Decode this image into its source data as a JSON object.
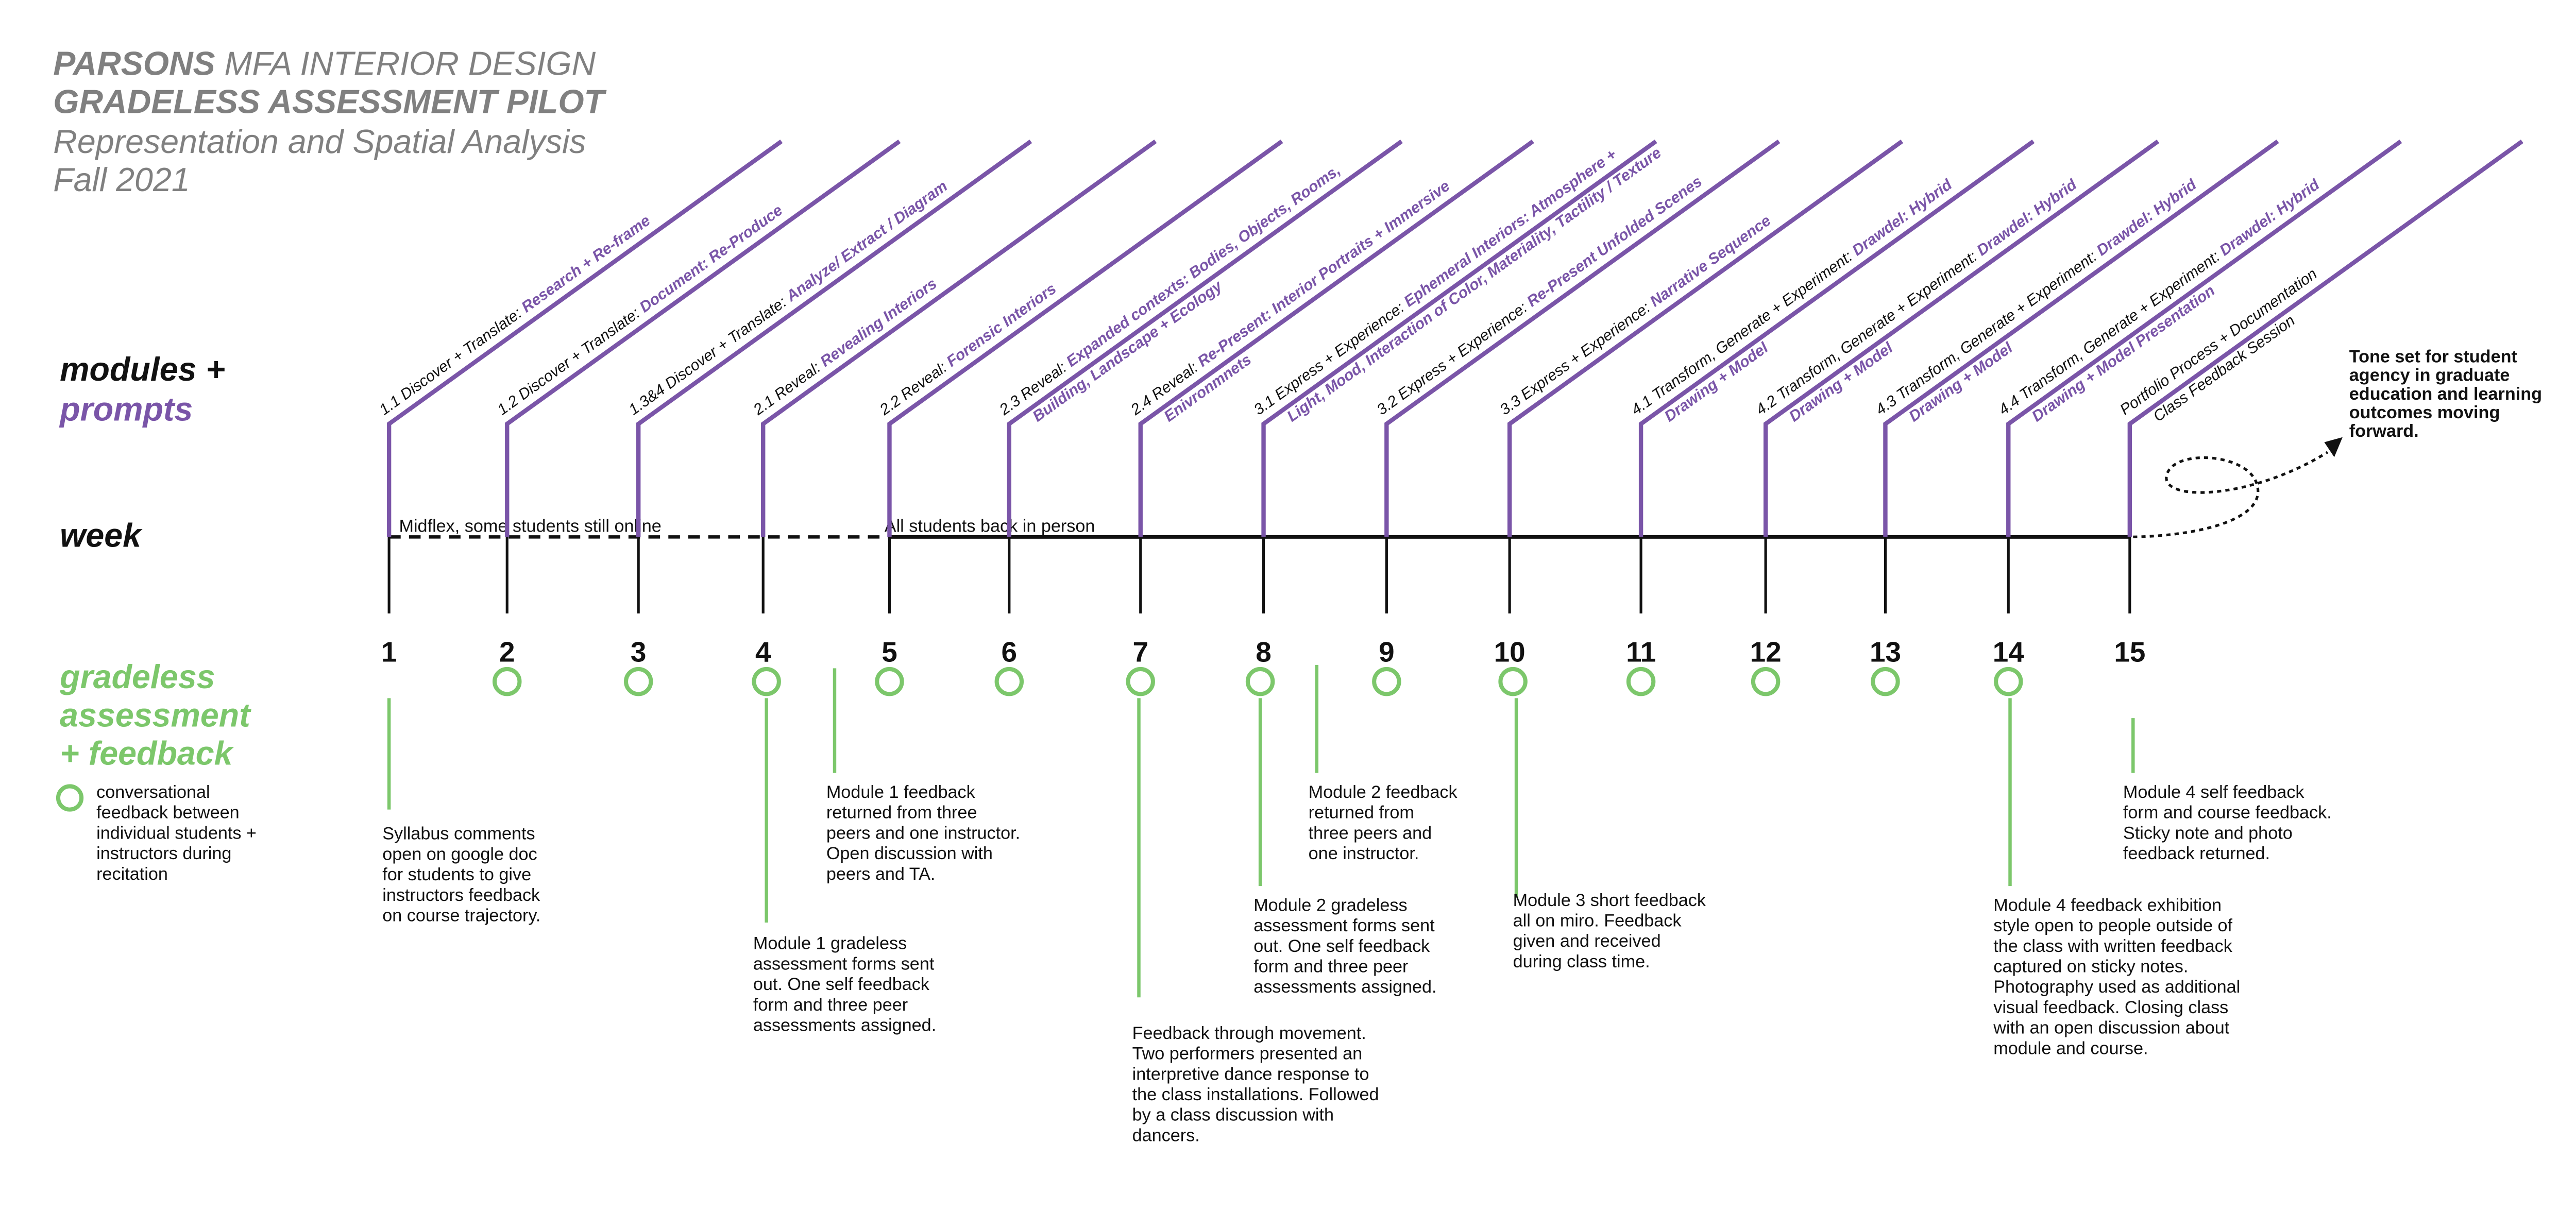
{
  "title": {
    "line1_bold": "PARSONS",
    "line1_rest": " MFA INTERIOR DESIGN",
    "line2": "GRADELESS ASSESSMENT PILOT",
    "line3": "Representation and Spatial Analysis",
    "line4": "Fall 2021"
  },
  "labels": {
    "modules": "modules +",
    "prompts": "prompts",
    "week": "week",
    "gradeless": "gradeless",
    "assessment": "assessment",
    "feedback": "+ feedback",
    "legend": [
      "conversational",
      "feedback between",
      "individual students +",
      "instructors during",
      "recitation"
    ]
  },
  "colors": {
    "purple": "#7a55a8",
    "green": "#7cc76b",
    "gray": "#808080",
    "black": "#111111"
  },
  "timeline": {
    "midflex_note": "Midflex, some students still online",
    "in_person_note": "All students back in person",
    "weeks": [
      "1",
      "2",
      "3",
      "4",
      "5",
      "6",
      "7",
      "8",
      "9",
      "10",
      "11",
      "12",
      "13",
      "14",
      "15"
    ],
    "conversation_weeks": [
      2,
      3,
      4,
      5,
      6,
      7,
      8,
      9,
      10,
      11,
      12,
      13,
      14
    ]
  },
  "modules": [
    {
      "week": 1,
      "line1": [
        [
          "1.1 Discover + Translate: ",
          0
        ],
        [
          "Research + Re-frame",
          1
        ]
      ],
      "line2": []
    },
    {
      "week": 2,
      "line1": [
        [
          "1.2 Discover + Translate: ",
          0
        ],
        [
          "Document: Re-Produce",
          1
        ]
      ],
      "line2": []
    },
    {
      "week": 3,
      "line1": [
        [
          "1.3&4  Discover + Translate: ",
          0
        ],
        [
          "Analyze/ Extract / Diagram",
          1
        ]
      ],
      "line2": []
    },
    {
      "week": 4,
      "line1": [
        [
          "2.1 Reveal: ",
          0
        ],
        [
          "Revealing Interiors",
          1
        ]
      ],
      "line2": []
    },
    {
      "week": 5,
      "line1": [
        [
          "2.2 Reveal: ",
          0
        ],
        [
          "Forensic Interiors",
          1
        ]
      ],
      "line2": []
    },
    {
      "week": 6,
      "line1": [
        [
          "2.3 Reveal: ",
          0
        ],
        [
          "Expanded contexts: Bodies, Objects, Rooms,",
          1
        ]
      ],
      "line2": [
        [
          "Building, Landscape + Ecology",
          1
        ]
      ]
    },
    {
      "week": 7,
      "line1": [
        [
          "2.4 Reveal: ",
          0
        ],
        [
          "Re-Present: Interior Portraits + Immersive",
          1
        ]
      ],
      "line2": [
        [
          "Enivronmnets",
          1
        ]
      ]
    },
    {
      "week": 8,
      "line1": [
        [
          "3.1 Express + Experience: ",
          0
        ],
        [
          "Ephemeral Interiors: Atmosphere +",
          1
        ]
      ],
      "line2": [
        [
          "Light, Mood, Interaction of Color, Materiality, Tactility / Texture",
          1
        ]
      ]
    },
    {
      "week": 9,
      "line1": [
        [
          "3.2 Express + Experience: ",
          0
        ],
        [
          "Re-Present Unfolded Scenes",
          1
        ]
      ],
      "line2": []
    },
    {
      "week": 10,
      "line1": [
        [
          "3.3 Express + Experience: ",
          0
        ],
        [
          "Narrative Sequence",
          1
        ]
      ],
      "line2": []
    },
    {
      "week": 11,
      "line1": [
        [
          "4.1 Transform, Generate + Experiment: ",
          0
        ],
        [
          "Drawdel: Hybrid",
          1
        ]
      ],
      "line2": [
        [
          "Drawing + Model",
          1
        ]
      ]
    },
    {
      "week": 12,
      "line1": [
        [
          "4.2 Transform, Generate + Experiment: ",
          0
        ],
        [
          "Drawdel: Hybrid",
          1
        ]
      ],
      "line2": [
        [
          "Drawing + Model",
          1
        ]
      ]
    },
    {
      "week": 13,
      "line1": [
        [
          "4.3 Transform, Generate + Experiment: ",
          0
        ],
        [
          "Drawdel: Hybrid",
          1
        ]
      ],
      "line2": [
        [
          "Drawing + Model",
          1
        ]
      ]
    },
    {
      "week": 14,
      "line1": [
        [
          "4.4 Transform, Generate + Experiment: ",
          0
        ],
        [
          "Drawdel: Hybrid",
          1
        ]
      ],
      "line2": [
        [
          "Drawing + Model Presentation",
          1
        ]
      ]
    },
    {
      "week": 15,
      "line1": [
        [
          "Portfolio  Process + Documentation",
          0
        ]
      ],
      "line2": [
        [
          "Class Feedback Session",
          0
        ]
      ]
    }
  ],
  "feedback_notes": [
    {
      "id": "syllabus",
      "lines": [
        "Syllabus comments",
        "open on  google doc",
        "for students to give",
        "instructors feedback",
        "on course trajectory."
      ]
    },
    {
      "id": "m1-returned",
      "lines": [
        "Module 1 feedback",
        "returned from three",
        "peers and one instructor.",
        "Open discussion with",
        "peers and TA."
      ]
    },
    {
      "id": "m1-forms",
      "lines": [
        "Module 1 gradeless",
        "assessment forms sent",
        "out. One self feedback",
        "form and three peer",
        "assessments assigned."
      ]
    },
    {
      "id": "movement",
      "lines": [
        "Feedback through movement.",
        "Two performers presented an",
        "interpretive dance response to",
        "the class installations. Followed",
        "by a class discussion with",
        "dancers."
      ]
    },
    {
      "id": "m2-forms",
      "lines": [
        "Module 2 gradeless",
        "assessment forms sent",
        "out. One self feedback",
        "form and three peer",
        "assessments assigned."
      ]
    },
    {
      "id": "m2-returned",
      "lines": [
        "Module 2 feedback",
        "returned from",
        "three peers and",
        "one instructor."
      ]
    },
    {
      "id": "m3",
      "lines": [
        "Module 3 short feedback",
        "all on miro. Feedback",
        "given and received",
        "during class time."
      ]
    },
    {
      "id": "m4-exhibition",
      "lines": [
        "Module 4 feedback exhibition",
        "style open to people outside of",
        "the class with written feedback",
        "captured on sticky notes.",
        "Photography used as additional",
        "visual feedback. Closing class",
        "with an open discussion about",
        "module and course."
      ]
    },
    {
      "id": "m4-self",
      "lines": [
        "Module 4 self feedback",
        "form and course feedback.",
        "Sticky note and photo",
        "feedback returned."
      ]
    }
  ],
  "outcome_note": [
    "Tone set for student",
    "agency in graduate",
    "education and learning",
    "outcomes moving",
    "forward."
  ]
}
